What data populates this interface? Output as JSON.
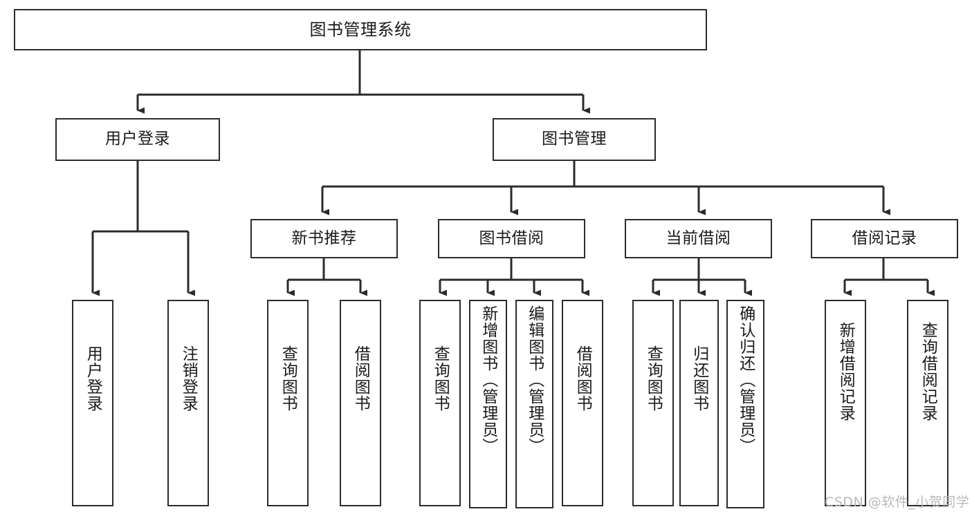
{
  "diagram": {
    "type": "tree-hierarchy",
    "title": "图书管理系统",
    "orientation": "top-down",
    "colors": {
      "stroke": "#2b2b2b",
      "fill": "#ffffff",
      "text": "#1a1a1a",
      "watermark": "#b9b9b9"
    }
  },
  "nodes": {
    "root": {
      "label": "图书管理系统"
    },
    "level2": {
      "user_login": {
        "label": "用户登录"
      },
      "book_manage": {
        "label": "图书管理"
      }
    },
    "level3": {
      "new_book_rec": {
        "label": "新书推荐"
      },
      "book_borrow": {
        "label": "图书借阅"
      },
      "current_borrow": {
        "label": "当前借阅"
      },
      "borrow_record": {
        "label": "借阅记录"
      }
    },
    "leaves": {
      "user_login_children": [
        {
          "label": "用户登录"
        },
        {
          "label": "注销登录"
        }
      ],
      "new_book_rec_children": [
        {
          "label": "查询图书"
        },
        {
          "label": "借阅图书"
        }
      ],
      "book_borrow_children": [
        {
          "label": "查询图书"
        },
        {
          "label": "新增图书（管理员）"
        },
        {
          "label": "编辑图书（管理员）"
        },
        {
          "label": "借阅图书"
        }
      ],
      "current_borrow_children": [
        {
          "label": "查询图书"
        },
        {
          "label": "归还图书"
        },
        {
          "label": "确认归还（管理员）"
        }
      ],
      "borrow_record_children": [
        {
          "label": "新增借阅记录"
        },
        {
          "label": "查询借阅记录"
        }
      ]
    }
  },
  "watermark": {
    "text": "CSDN @软件_小贺同学"
  }
}
